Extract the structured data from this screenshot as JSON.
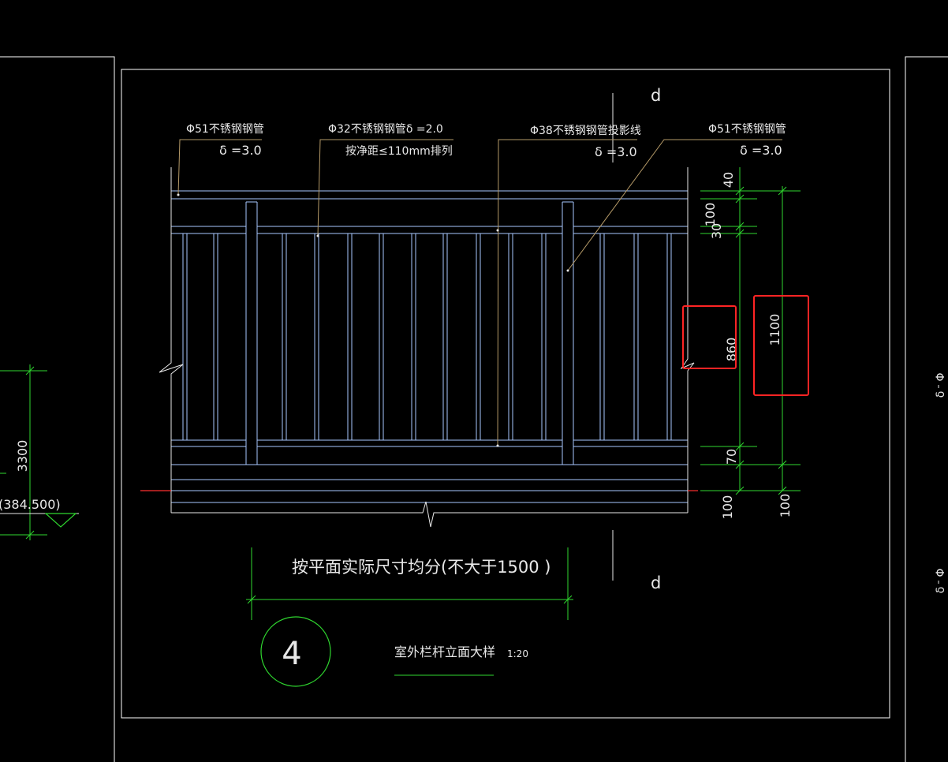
{
  "drawing": {
    "left_fragment": {
      "dim_value": "3300",
      "elevation": "(384.500)"
    },
    "callouts": [
      {
        "line1": "Φ51不锈钢钢管",
        "line2": "δ =3.0"
      },
      {
        "line1": "Φ32不锈钢钢管δ =2.0",
        "line2": "按净距≤110mm排列"
      },
      {
        "line1": "Φ38不锈钢钢管投影线",
        "line2": "δ =3.0"
      },
      {
        "line1": "Φ51不锈钢钢管",
        "line2": "δ =3.0"
      }
    ],
    "section_marks": {
      "top": "d",
      "bottom": "d"
    },
    "dims_inner": [
      "40",
      "100",
      "30",
      "860",
      "70",
      "100"
    ],
    "dims_outer": [
      "1100",
      "100"
    ],
    "horizontal_dim": "按平面实际尺寸均分(不大于1500 )",
    "detail": {
      "number": "4",
      "title": "室外栏杆立面大样",
      "scale": "1:20"
    },
    "right_fragment": {
      "chars": [
        "Φ",
        "δ",
        "Φ",
        "δ"
      ]
    },
    "colors": {
      "background": "#000000",
      "frame": "#ffffff",
      "rail": "#a9c8ff",
      "leader": "#b59a68",
      "dimension": "#2fd72f",
      "axis": "#ff3030",
      "highlight": "#ff2424"
    }
  }
}
